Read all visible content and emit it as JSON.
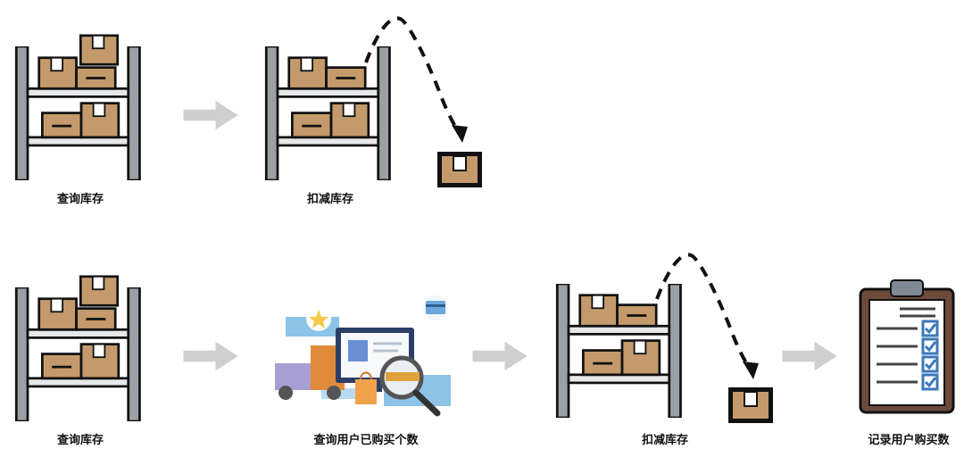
{
  "colors": {
    "box": "#c49a6c",
    "box_stroke": "#111111",
    "shelf": "#9aa0a6",
    "arrow": "#cfcfcf",
    "board": "#6e4a3a",
    "check": "#3a78b8"
  },
  "row1": {
    "labels": [
      "查询库存",
      "扣减库存"
    ]
  },
  "row2": {
    "labels": [
      "查询库存",
      "查询用户已购买个数",
      "扣减库存",
      "记录用户购买数"
    ]
  },
  "icons": [
    "shelf-icon",
    "box-icon",
    "dashed-arrow-icon",
    "shop-illustration-icon",
    "clipboard-checklist-icon"
  ]
}
